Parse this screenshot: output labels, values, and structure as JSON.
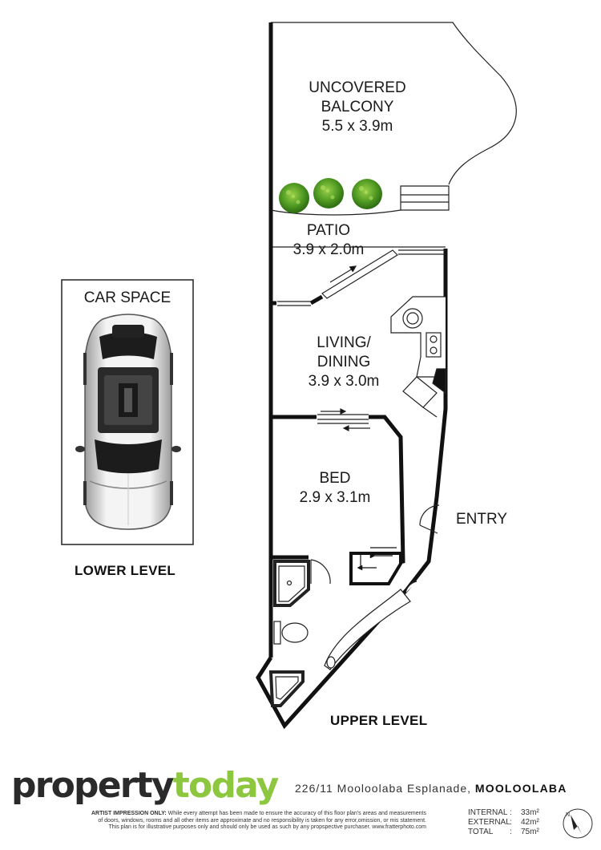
{
  "rooms": {
    "balcony": {
      "name_line1": "UNCOVERED",
      "name_line2": "BALCONY",
      "size": "5.5 x 3.9m"
    },
    "patio": {
      "name": "PATIO",
      "size": "3.9 x 2.0m"
    },
    "living": {
      "name_line1": "LIVING/",
      "name_line2": "DINING",
      "size": "3.9 x 3.0m"
    },
    "bed": {
      "name": "BED",
      "size": "2.9 x 3.1m"
    },
    "entry": {
      "name": "ENTRY"
    },
    "car_space": {
      "name": "CAR SPACE"
    }
  },
  "levels": {
    "lower": "LOWER LEVEL",
    "upper": "UPPER LEVEL"
  },
  "brand": {
    "part1": "property",
    "part2": "today",
    "color_dark": "#2a2a2a",
    "color_green": "#8dc63f"
  },
  "address": {
    "street": "226/11 Mooloolaba Esplanade, ",
    "suburb": "MOOLOOLABA"
  },
  "disclaimer": {
    "lead": "ARTIST IMPRESSION ONLY:",
    "text": " While every attempt has been made to ensure the accuracy of this floor plan's areas and measurements of doors, windows, rooms and all other items are approximate and no responsibility is taken for any error,omission, or mis statement. This plan is for illustrative purposes only and should only be used as such by any propspective purchaser. www.fratterphoto.com"
  },
  "areas": [
    {
      "label": "INTERNAL",
      "sep": ":",
      "value": "33m²"
    },
    {
      "label": "EXTERNAL",
      "sep": ":",
      "value": "42m²"
    },
    {
      "label": "TOTAL",
      "sep": ":",
      "value": "75m²"
    }
  ],
  "icons": {
    "compass": "north-arrow-icon",
    "plants": "shrub-icon",
    "car": "car-topview-icon"
  }
}
